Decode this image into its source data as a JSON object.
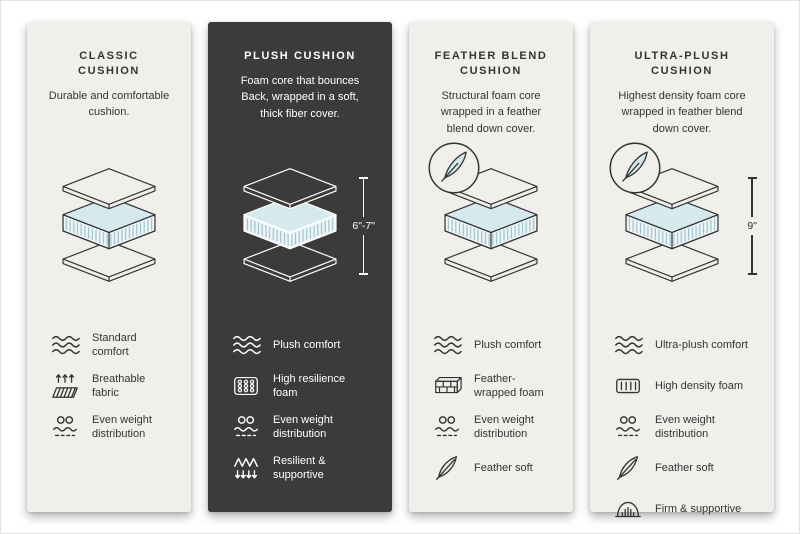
{
  "colors": {
    "card_light": "#f1efec",
    "card_dark": "#3c3b39",
    "ink_light": "#343434",
    "ink_dark": "#ffffff",
    "foam_top": "#d6e9ed",
    "foam_stripe": "#9cc0ca"
  },
  "cards": [
    {
      "title": "CLASSIC CUSHION",
      "description": "Durable and comfortable cushion.",
      "features": [
        {
          "icon": "#i-waves",
          "icon_name": "waves-icon",
          "label": "Standard comfort"
        },
        {
          "icon": "#i-breathable",
          "icon_name": "breathable-fabric-icon",
          "label": "Breathable fabric"
        },
        {
          "icon": "#i-weight",
          "icon_name": "even-weight-icon",
          "label": "Even weight distribution"
        }
      ]
    },
    {
      "title": "PLUSH CUSHION",
      "description": "Foam core that bounces Back, wrapped in a soft, thick fiber cover.",
      "measurement": "6\"-7\"",
      "features": [
        {
          "icon": "#i-waves",
          "icon_name": "waves-icon",
          "label": "Plush comfort"
        },
        {
          "icon": "#i-foam",
          "icon_name": "resilience-foam-icon",
          "label": "High resilience foam"
        },
        {
          "icon": "#i-weight",
          "icon_name": "even-weight-icon",
          "label": "Even weight distribution"
        },
        {
          "icon": "#i-spring",
          "icon_name": "spring-support-icon",
          "label": "Resilient & supportive"
        }
      ]
    },
    {
      "title": "FEATHER BLEND CUSHION",
      "description": "Structural foam core wrapped in a feather blend down cover.",
      "features": [
        {
          "icon": "#i-waves",
          "icon_name": "waves-icon",
          "label": "Plush comfort"
        },
        {
          "icon": "#i-bricks",
          "icon_name": "foam-bricks-icon",
          "label": "Feather-wrapped foam"
        },
        {
          "icon": "#i-weight",
          "icon_name": "even-weight-icon",
          "label": "Even weight distribution"
        },
        {
          "icon": "#i-feather",
          "icon_name": "feather-icon",
          "label": "Feather soft"
        }
      ]
    },
    {
      "title": "ULTRA-PLUSH CUSHION",
      "description": "Highest density foam core wrapped in feather blend down cover.",
      "measurement": "9\"",
      "features": [
        {
          "icon": "#i-waves",
          "icon_name": "waves-icon",
          "label": "Ultra-plush comfort"
        },
        {
          "icon": "#i-stripes",
          "icon_name": "density-foam-icon",
          "label": "High density foam"
        },
        {
          "icon": "#i-weight",
          "icon_name": "even-weight-icon",
          "label": "Even weight distribution"
        },
        {
          "icon": "#i-feather",
          "icon_name": "feather-icon",
          "label": "Feather soft"
        },
        {
          "icon": "#i-firm",
          "icon_name": "firm-support-icon",
          "label": "Firm & supportive"
        }
      ]
    }
  ]
}
